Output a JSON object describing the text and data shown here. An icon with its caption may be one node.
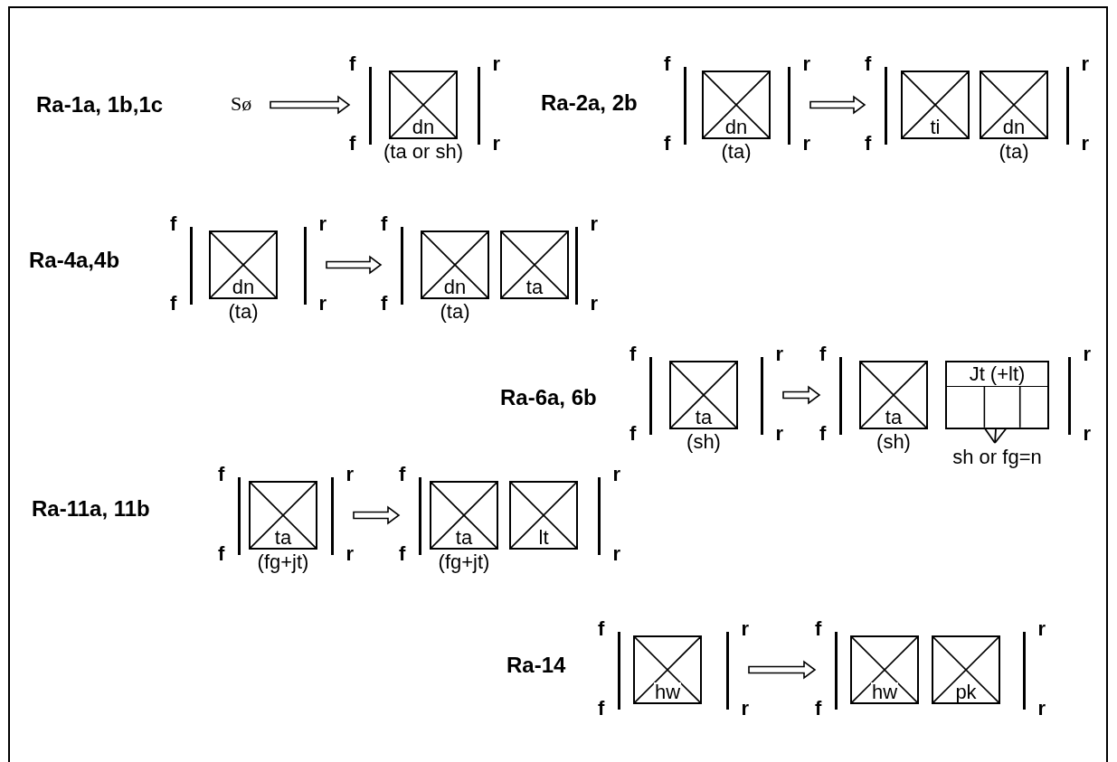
{
  "diagram": {
    "nodes": [
      {
        "text": [
          "Sø"
        ]
      },
      {
        "text": [
          "f",
          "r",
          "f",
          "r"
        ]
      },
      {
        "text": [
          "dn"
        ],
        "in": 1,
        "beside": [
          "(ta or sh)"
        ]
      },
      {
        "text": [
          "f",
          "r",
          "f",
          "r"
        ]
      },
      {
        "text": [
          "dn"
        ],
        "in": 3,
        "beside": [
          "(ta)"
        ]
      },
      {
        "text": [
          "f",
          "r",
          "f",
          "r"
        ]
      },
      {
        "text": [
          "ti"
        ],
        "in": 5
      },
      {
        "text": [
          "dn"
        ],
        "in": 5,
        "beside": [
          "(ta)"
        ]
      },
      {
        "text": [
          "f",
          "r",
          "f",
          "r"
        ]
      },
      {
        "text": [
          "dn"
        ],
        "in": 8,
        "beside": [
          "(ta)"
        ]
      },
      {
        "text": [
          "f",
          "r",
          "f",
          "r"
        ]
      },
      {
        "text": [
          "dn"
        ],
        "in": 10,
        "beside": [
          "(ta)"
        ]
      },
      {
        "text": [
          "ta"
        ],
        "in": 10
      },
      {
        "text": [
          "f",
          "r",
          "f",
          "r"
        ]
      },
      {
        "text": [
          "ta"
        ],
        "in": 13,
        "beside": [
          "(sh)"
        ]
      },
      {
        "text": [
          "f",
          "r",
          "f",
          "r"
        ]
      },
      {
        "text": [
          "ta"
        ],
        "in": 15,
        "beside": [
          "(sh)"
        ]
      },
      {
        "text": [
          "Jt (+lt)"
        ],
        "in": 15,
        "beside": [
          "sh or fg=n"
        ]
      },
      {
        "text": [
          "f",
          "r",
          "f",
          "r"
        ]
      },
      {
        "text": [
          "ta"
        ],
        "in": 18,
        "beside": [
          "(fg+jt)"
        ]
      },
      {
        "text": [
          "f",
          "r",
          "f",
          "r"
        ]
      },
      {
        "text": [
          "ta"
        ],
        "in": 20,
        "beside": [
          "(fg+jt)"
        ]
      },
      {
        "text": [
          "lt"
        ],
        "in": 20
      },
      {
        "text": [
          "f",
          "r",
          "f",
          "r"
        ]
      },
      {
        "text": [
          "hw"
        ],
        "in": 23
      },
      {
        "text": [
          "f",
          "r",
          "f",
          "r"
        ]
      },
      {
        "text": [
          "hw"
        ],
        "in": 25
      },
      {
        "text": [
          "pk"
        ],
        "in": 25
      }
    ],
    "edges": [
      {
        "from": 0,
        "to": 1,
        "arrow": "to"
      },
      {
        "from": 3,
        "to": 5,
        "arrow": "to"
      },
      {
        "from": 8,
        "to": 10,
        "arrow": "to"
      },
      {
        "from": 13,
        "to": 15,
        "arrow": "to"
      },
      {
        "from": 18,
        "to": 20,
        "arrow": "to"
      },
      {
        "from": 23,
        "to": 25,
        "arrow": "to"
      }
    ],
    "labels": [
      "Ra-1a, 1b,1c",
      "Ra-2a, 2b",
      "Ra-4a,4b",
      "Ra-6a, 6b",
      "Ra-11a, 11b",
      "Ra-14"
    ]
  }
}
